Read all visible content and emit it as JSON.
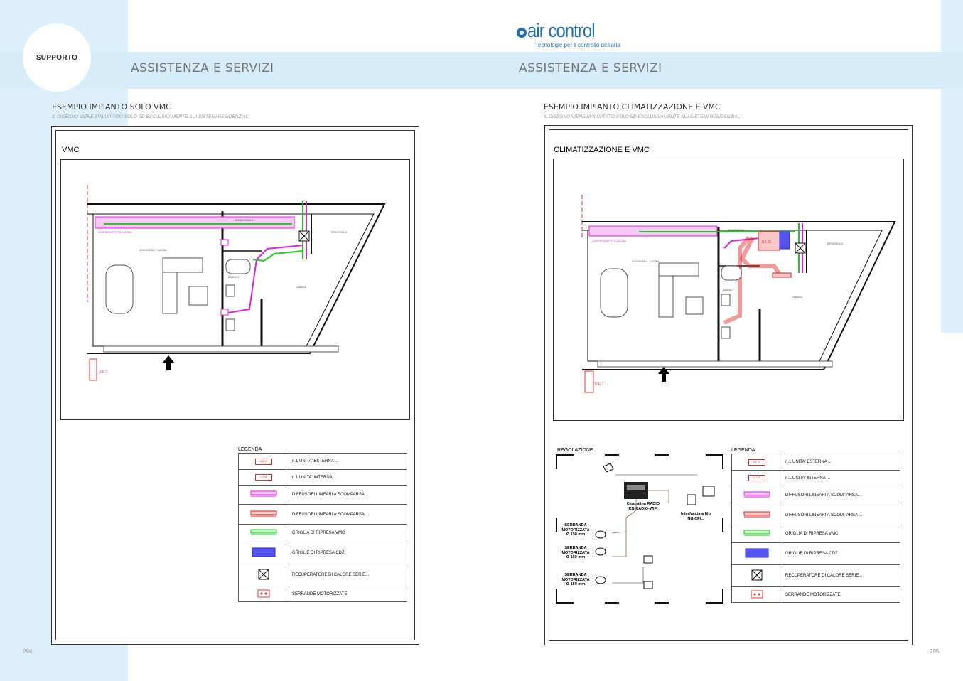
{
  "header": {
    "badge": "SUPPORTO",
    "title_left": "ASSISTENZA E SERVIZI",
    "title_right": "ASSISTENZA E SERVIZI",
    "logo_text": "air control",
    "logo_tagline": "Tecnologie per il controllo dell'aria",
    "colors": {
      "band": "#d6ecf8",
      "brand": "#1f6eb4"
    }
  },
  "left": {
    "section_title": "ESEMPIO IMPIANTO SOLO VMC",
    "section_note": "IL DISEGNO VIENE SVILUPPATO SOLO ED ESCLUSIVAMENTE SUI SISTEMI RESIDENZIALI",
    "drawing_title": "VMC",
    "room_labels": [
      "SOGGIORNO - CUCINA",
      "DISIMPEGNO 2",
      "RIPOSTIGLIO",
      "BAGNO 2",
      "CAMERA",
      "CONTROSOFFITTO CUCINA"
    ],
    "outdoor_unit": "U.E.1",
    "page_number": "294"
  },
  "right": {
    "section_title": "ESEMPIO IMPIANTO CLIMATIZZAZIONE E VMC",
    "section_note": "IL DISEGNO VIENE SVILUPPATO SOLO ED ESCLUSIVAMENTE SUI SISTEMI RESIDENZIALI",
    "drawing_title": "CLIMATIZZAZIONE E VMC",
    "room_labels": [
      "SOGGIORNO - CUCINA",
      "DISIMPEGNO",
      "RIPOSTIGLIO",
      "BAGNO 2",
      "CAMERA",
      "CONTROSOFFITTO CUCINA"
    ],
    "indoor_unit": "U.I.01",
    "outdoor_unit": "U.E.1",
    "regulation_title": "REGOLAZIONE",
    "regulation": {
      "hub": "Centralina RADIO KN-RADIO-WIFI",
      "interface": "Interfaccia a filo NH-CFI...",
      "damper1": "SERRANDA MOTORIZZATA Ø 150 mm",
      "damper2": "SERRANDA MOTORIZZATA Ø 150 mm",
      "damper3": "SERRANDA MOTORIZZATA Ø 150 mm"
    },
    "page_number": "295"
  },
  "legend": {
    "title": "LEGENDA",
    "items": [
      {
        "symbol": "unit-ext",
        "label": "n.1 UNITA' ESTERNA ..."
      },
      {
        "symbol": "unit-int",
        "label": "n.1 UNITA' INTERNA ..."
      },
      {
        "symbol": "diff-magenta",
        "label": "DIFFUSORI LINEARI A SCOMPARSA..."
      },
      {
        "symbol": "diff-red",
        "label": "DIFFUSORI LINEARI A SCOMPARSA ..."
      },
      {
        "symbol": "grill-green",
        "label": "GRIGLIA DI RIPRESA VMC"
      },
      {
        "symbol": "grill-blue",
        "label": "GRIGLIE DI RIPRESA CDZ"
      },
      {
        "symbol": "recuperator",
        "label": "RECUPERATORE DI CALORE SERIE..."
      },
      {
        "symbol": "dampers",
        "label": "SERRANDE MOTORIZZATE"
      }
    ],
    "unit_ext_code": "U.E.01",
    "unit_int_code": "U.I.01",
    "colors": {
      "magenta": "#e020e0",
      "red": "#e02020",
      "green": "#22cc22",
      "blue": "#2020e0"
    }
  }
}
